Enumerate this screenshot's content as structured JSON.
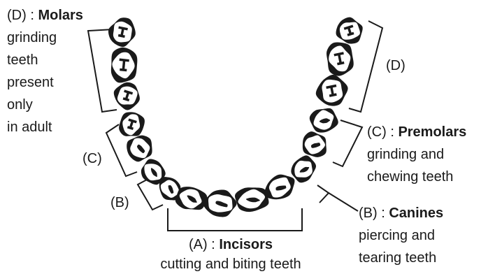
{
  "labels": {
    "molars_prefix": "(D) : ",
    "molars_name": "Molars",
    "molars_desc": [
      "grinding",
      "teeth",
      "present",
      "only",
      "in adult"
    ],
    "left_c": "(C)",
    "left_b": "(B)",
    "right_d": "(D)",
    "premolars_prefix": "(C) : ",
    "premolars_name": "Premolars",
    "premolars_desc": [
      "grinding and",
      "chewing teeth"
    ],
    "canines_prefix": "(B) : ",
    "canines_name": "Canines",
    "canines_desc": [
      "piercing and",
      "tearing teeth"
    ],
    "incisors_prefix": "(A) : ",
    "incisors_name": "Incisors",
    "incisors_desc": "cutting and biting teeth"
  },
  "colors": {
    "ink": "#1a1a1a",
    "background": "#ffffff"
  }
}
